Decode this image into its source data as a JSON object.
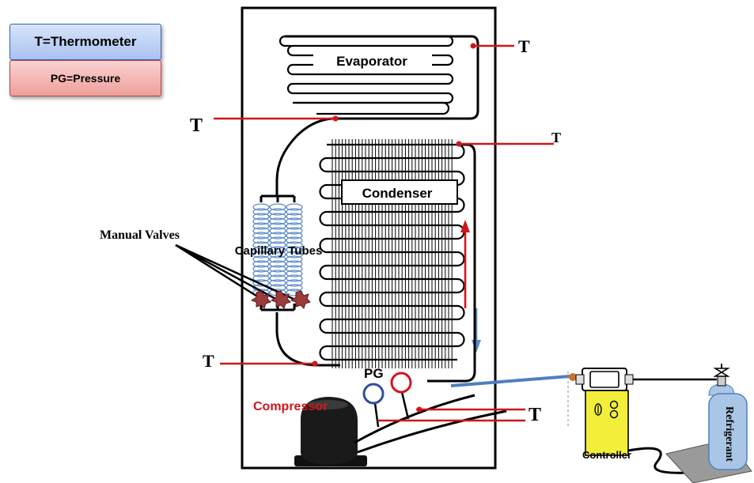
{
  "legend": {
    "thermometer": "T=Thermometer",
    "pressure": "PG=Pressure"
  },
  "labels": {
    "evaporator": "Evaporator",
    "condenser": "Condenser",
    "capillary_tubes": "Capillary Tubes",
    "manual_valves": "Manual Valves",
    "compressor": "Compressor",
    "pg": "PG",
    "controller": "Controller",
    "refrigerant": "Refrigerant",
    "thermometer_mark": "T"
  },
  "colors": {
    "thermometer_line": "#d0161b",
    "flow_up": "#d0161b",
    "flow_down": "#5b8ac8",
    "controller": "#f2ee3a",
    "cylinder": "#a9c6e6"
  }
}
